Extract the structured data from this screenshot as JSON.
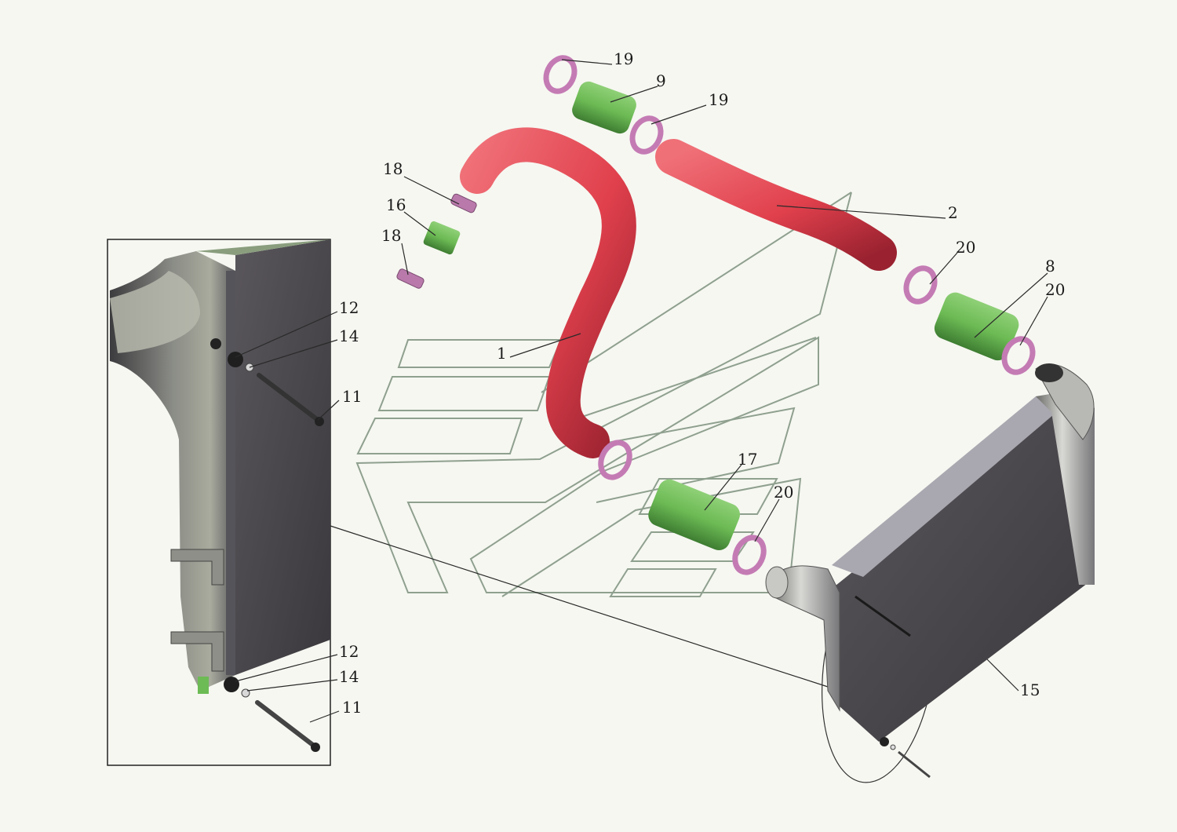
{
  "palette": {
    "hose_red": "#e0404c",
    "hose_dark": "#8f1d28",
    "sleeve_green": "#6dbb55",
    "sleeve_dark": "#3e7d32",
    "clamp": "#c47bb4",
    "cooler_dark": "#4a474c",
    "cooler_frame": "#a9a8b0",
    "ghost_outline": "#8fa08f"
  },
  "callouts": {
    "hose_upper_left": "1",
    "hose_upper_right": "2",
    "sleeve_right": "8",
    "sleeve_top": "9",
    "bolt_upper": "11",
    "bolt_lower": "11",
    "washer_upper": "12",
    "washer_lower": "12",
    "nut_upper": "14",
    "nut_lower": "14",
    "charge_air_cooler": "15",
    "sleeve_small": "16",
    "sleeve_lower": "17",
    "clamp_small_upper": "18",
    "clamp_small_lower": "18",
    "clamp_top_left": "19",
    "clamp_top_right": "19",
    "clamp_right_left": "20",
    "clamp_right_right": "20",
    "clamp_lower": "20"
  },
  "icons": {
    "brand_mark": "chevron-stripes-logo"
  }
}
